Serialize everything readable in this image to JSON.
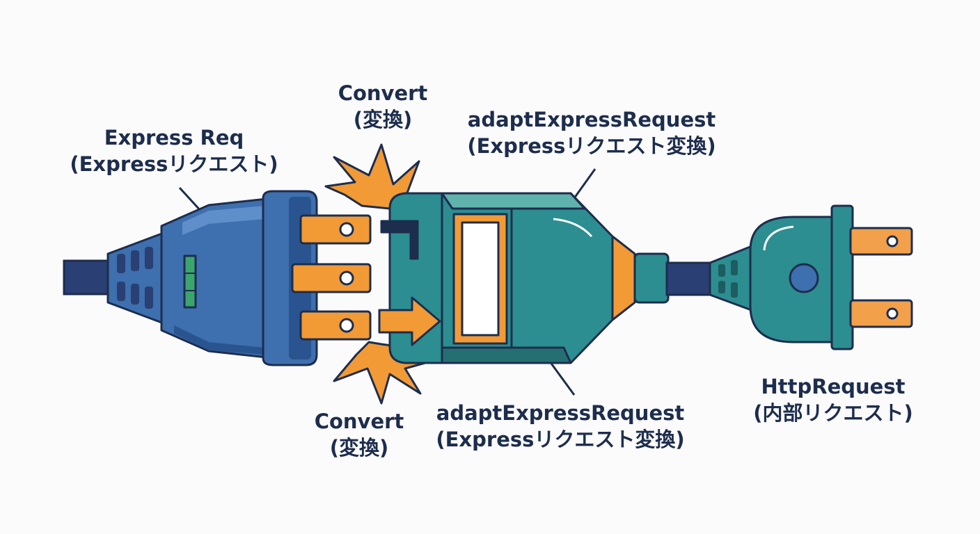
{
  "labels": {
    "express_req": {
      "line1": "Express Req",
      "line2": "(Expressリクエスト)"
    },
    "convert_top": {
      "line1": "Convert",
      "line2": "(変換)"
    },
    "adapter_top": {
      "line1": "adaptExpressRequest",
      "line2": "(Expressリクエスト変換)"
    },
    "convert_bottom": {
      "line1": "Convert",
      "line2": "(変換)"
    },
    "adapter_bottom": {
      "line1": "adaptExpressRequest",
      "line2": "(Expressリクエスト変換)"
    },
    "http_request": {
      "line1": "HttpRequest",
      "line2": "(内部リクエスト)"
    }
  },
  "colors": {
    "outline": "#1d2d4d",
    "cable": "#2a3f73",
    "express_blue": "#3e6fae",
    "express_blue_light": "#5f8fcb",
    "adapter_teal": "#2c8e90",
    "adapter_teal_light": "#5fb3ac",
    "accent_orange": "#f19a36",
    "prong_orange": "#f2a04a",
    "icon_green": "#3aa56f"
  }
}
